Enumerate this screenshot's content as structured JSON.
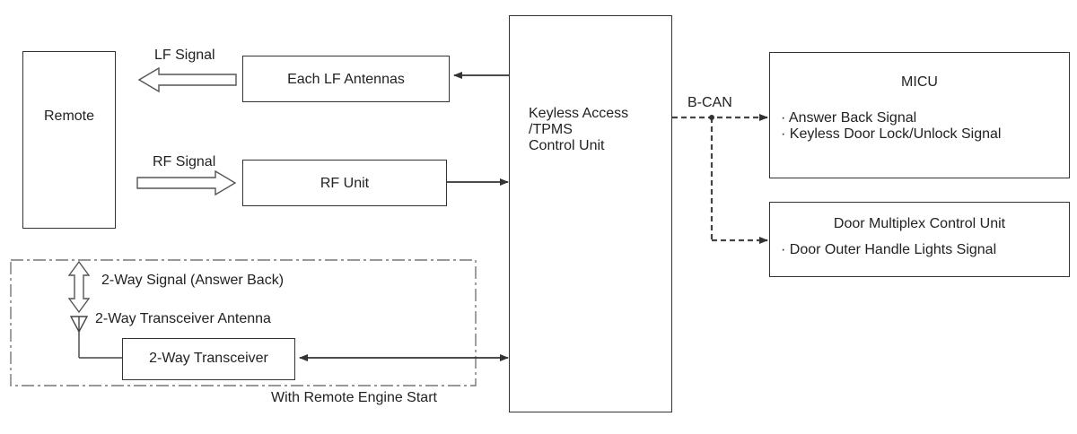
{
  "blocks": {
    "remote": "Remote",
    "lf_antennas": "Each LF Antennas",
    "rf_unit": "RF Unit",
    "control_unit": [
      "Keyless Access",
      "/TPMS",
      "Control Unit"
    ],
    "two_way_transceiver": "2-Way Transceiver",
    "micu": {
      "title": "MICU",
      "items": [
        "· Answer Back Signal",
        "· Keyless Door Lock/Unlock Signal"
      ]
    },
    "door_mux": {
      "title": "Door Multiplex Control Unit",
      "items": [
        "· Door Outer Handle Lights Signal"
      ]
    }
  },
  "labels": {
    "lf_signal": "LF Signal",
    "rf_signal": "RF Signal",
    "two_way_signal": "2-Way Signal (Answer Back)",
    "two_way_antenna": "2-Way Transceiver Antenna",
    "b_can": "B-CAN",
    "remote_engine_start": "With Remote Engine Start"
  },
  "colors": {
    "line": "#333333",
    "text": "#222222",
    "background": "#ffffff"
  }
}
